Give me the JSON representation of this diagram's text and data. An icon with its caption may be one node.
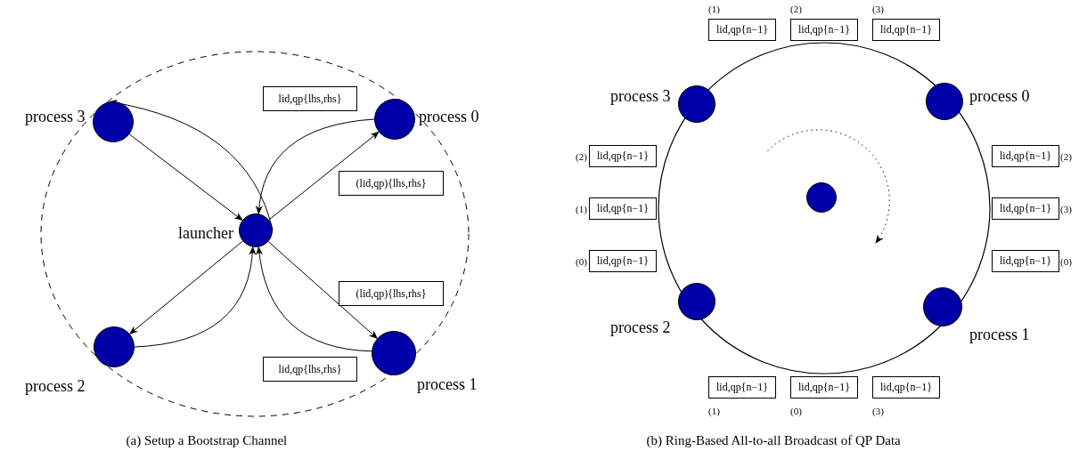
{
  "diagram": {
    "nodes": [
      {
        "text": [],
        "shape": "circle",
        "beside": [
          "process 3"
        ]
      },
      {
        "text": [
          "lid,qp{lhs,rhs}"
        ]
      },
      {
        "text": [],
        "shape": "circle",
        "beside": [
          "process 0"
        ]
      },
      {
        "text": [
          "(lid,qp){lhs,rhs}"
        ]
      },
      {
        "text": [],
        "shape": "circle",
        "beside": [
          "launcher"
        ]
      },
      {
        "text": [
          "(lid,qp){lhs,rhs}"
        ]
      },
      {
        "text": [],
        "shape": "circle",
        "beside": [
          "process 2"
        ]
      },
      {
        "text": [
          "lid,qp{lhs,rhs}"
        ]
      },
      {
        "text": [],
        "shape": "circle",
        "beside": [
          "process 1"
        ]
      },
      {
        "text": [
          "lid,qp{n−1}"
        ],
        "beside": [
          "(1)"
        ]
      },
      {
        "text": [
          "lid,qp{n−1}"
        ],
        "beside": [
          "(2)"
        ]
      },
      {
        "text": [
          "lid,qp{n−1}"
        ],
        "beside": [
          "(3)"
        ]
      },
      {
        "text": [],
        "shape": "circle",
        "beside": [
          "process 3"
        ]
      },
      {
        "text": [],
        "shape": "circle",
        "beside": [
          "process 0"
        ]
      },
      {
        "text": [
          "lid,qp{n−1}"
        ],
        "beside": [
          "(2)"
        ]
      },
      {
        "text": [
          "lid,qp{n−1}"
        ],
        "beside": [
          "(2)"
        ]
      },
      {
        "text": [],
        "shape": "circle"
      },
      {
        "text": [
          "lid,qp{n−1}"
        ],
        "beside": [
          "(1)"
        ]
      },
      {
        "text": [
          "lid,qp{n−1}"
        ],
        "beside": [
          "(3)"
        ]
      },
      {
        "text": [
          "lid,qp{n−1}"
        ],
        "beside": [
          "(0)"
        ]
      },
      {
        "text": [
          "lid,qp{n−1}"
        ],
        "beside": [
          "(0)"
        ]
      },
      {
        "text": [],
        "shape": "circle",
        "beside": [
          "process 2"
        ]
      },
      {
        "text": [],
        "shape": "circle",
        "beside": [
          "process 1"
        ]
      },
      {
        "text": [
          "lid,qp{n−1}"
        ],
        "beside": [
          "(1)"
        ]
      },
      {
        "text": [
          "lid,qp{n−1}"
        ],
        "beside": [
          "(0)"
        ]
      },
      {
        "text": [
          "lid,qp{n−1}"
        ],
        "beside": [
          "(3)"
        ]
      }
    ],
    "edges": [
      {
        "from": 0,
        "to": 4,
        "arrow": "to"
      },
      {
        "from": 4,
        "to": 0,
        "arrow": "to"
      },
      {
        "from": 2,
        "to": 4,
        "arrow": "to"
      },
      {
        "from": 4,
        "to": 2,
        "arrow": "to"
      },
      {
        "from": 4,
        "to": 6,
        "arrow": "to"
      },
      {
        "from": 6,
        "to": 4,
        "arrow": "to"
      },
      {
        "from": 4,
        "to": 8,
        "arrow": "to"
      },
      {
        "from": 8,
        "to": 4,
        "arrow": "to"
      }
    ],
    "labels": [
      "(a) Setup a Bootstrap Channel",
      "(b) Ring-Based All-to-all Broadcast of QP Data"
    ]
  }
}
